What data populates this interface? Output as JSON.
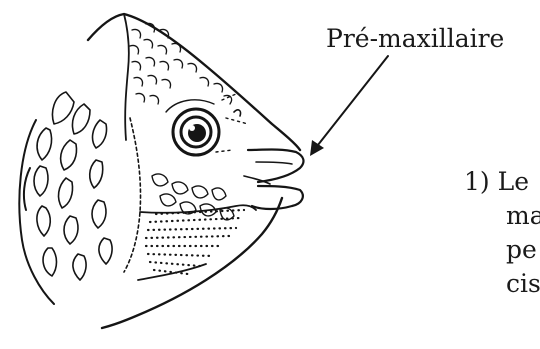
{
  "annotation": {
    "label": "Pré-maxillaire"
  },
  "caption": {
    "number": "1)",
    "lines": [
      "Le",
      "ma",
      "pe",
      "cis"
    ]
  }
}
